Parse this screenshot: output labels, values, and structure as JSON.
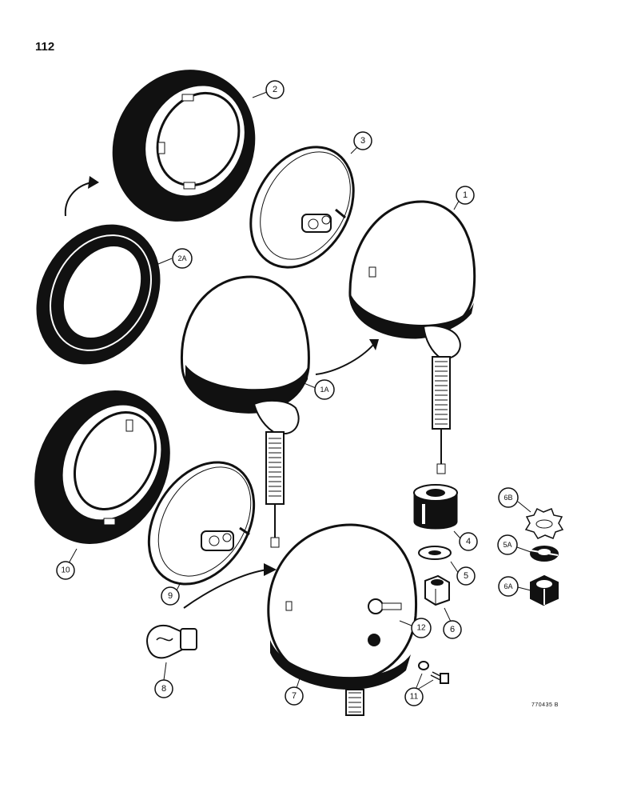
{
  "page_number": "112",
  "drawing_code": "770435 B",
  "callouts": [
    "2",
    "3",
    "1",
    "2A",
    "1A",
    "10",
    "9",
    "7",
    "8",
    "4",
    "5",
    "6",
    "12",
    "11",
    "6B",
    "5A",
    "6A"
  ]
}
